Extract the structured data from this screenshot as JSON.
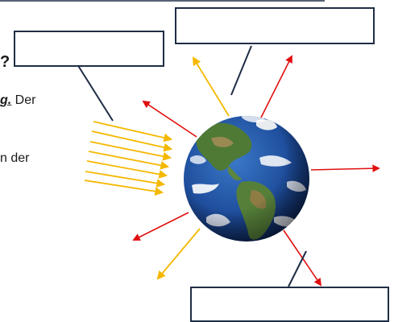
{
  "text_fragments": {
    "question_mark": "?",
    "line_1_underlined": "g.",
    "line_1_rest": " Der",
    "line_2": "n der"
  },
  "label_boxes": [
    {
      "id": "top",
      "value": ""
    },
    {
      "id": "left",
      "value": ""
    },
    {
      "id": "bottom",
      "value": ""
    }
  ],
  "colors": {
    "incoming_rays": "#f5b800",
    "reflected_arrows": "#f5b800",
    "emitted_arrows": "#e01010",
    "box_border": "#1f2d45",
    "connector_lines": "#1f2d45",
    "ocean": "#1f4f9e",
    "land": "#4f7a35",
    "clouds": "#ffffff"
  }
}
